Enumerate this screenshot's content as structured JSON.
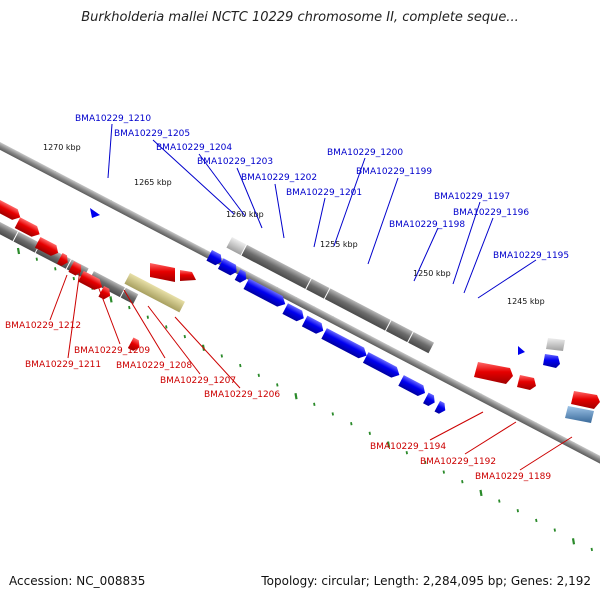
{
  "title": "Burkholderia mallei NCTC 10229 chromosome II, complete seque...",
  "footer": {
    "accession": "Accession: NC_008835",
    "topology": "Topology: circular; Length: 2,284,095 bp; Genes: 2,192"
  },
  "scale_labels": [
    "1270 kbp",
    "1265 kbp",
    "1260 kbp",
    "1255 kbp",
    "1250 kbp",
    "1245 kbp"
  ],
  "colors": {
    "forward_label": "#0000cc",
    "reverse_label": "#cc0000",
    "forward_gene": "#0000ee",
    "reverse_gene": "#ee0000",
    "backbone": "#888888",
    "tick": "#2a8a2a"
  },
  "forward_genes": [
    "BMA10229_1210",
    "BMA10229_1205",
    "BMA10229_1204",
    "BMA10229_1203",
    "BMA10229_1202",
    "BMA10229_1201",
    "BMA10229_1200",
    "BMA10229_1199",
    "BMA10229_1198",
    "BMA10229_1197",
    "BMA10229_1196",
    "BMA10229_1195"
  ],
  "reverse_genes": [
    "BMA10229_1212",
    "BMA10229_1211",
    "BMA10229_1209",
    "BMA10229_1208",
    "BMA10229_1207",
    "BMA10229_1206",
    "BMA10229_1194",
    "BMA10229_1192",
    "BMA10229_1189"
  ]
}
